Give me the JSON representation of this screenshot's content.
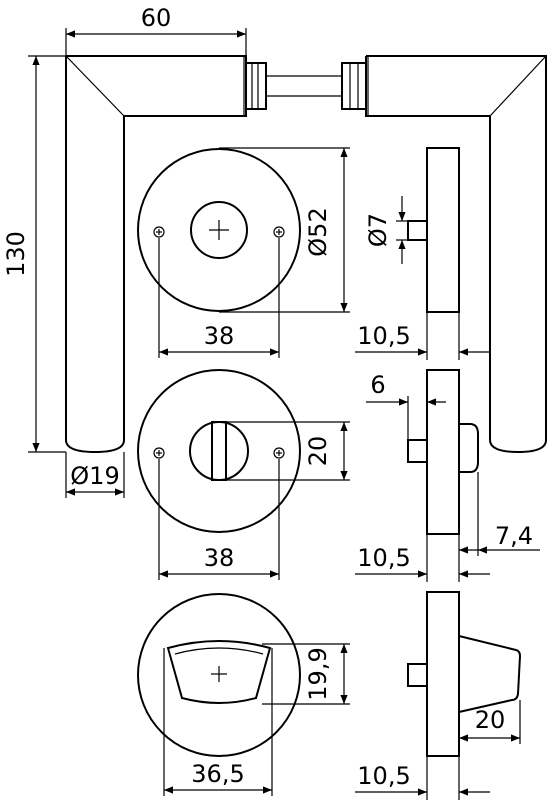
{
  "dimensions": {
    "width_60": "60",
    "height_130": "130",
    "diameter_19": "Ø19",
    "rose_diameter_52": "Ø52",
    "spindle_diameter_7": "Ø7",
    "hole_spacing_38_top": "38",
    "rose_thickness_top": "10,5",
    "offset_6": "6",
    "slot_height_20": "20",
    "hole_spacing_38_mid": "38",
    "rose_thickness_mid": "10,5",
    "projection_7_4": "7,4",
    "knob_height_19_9": "19,9",
    "knob_width_36_5": "36,5",
    "knob_depth_20": "20",
    "rose_thickness_bottom": "10,5"
  },
  "colors": {
    "line": "#000000",
    "background": "#ffffff"
  }
}
